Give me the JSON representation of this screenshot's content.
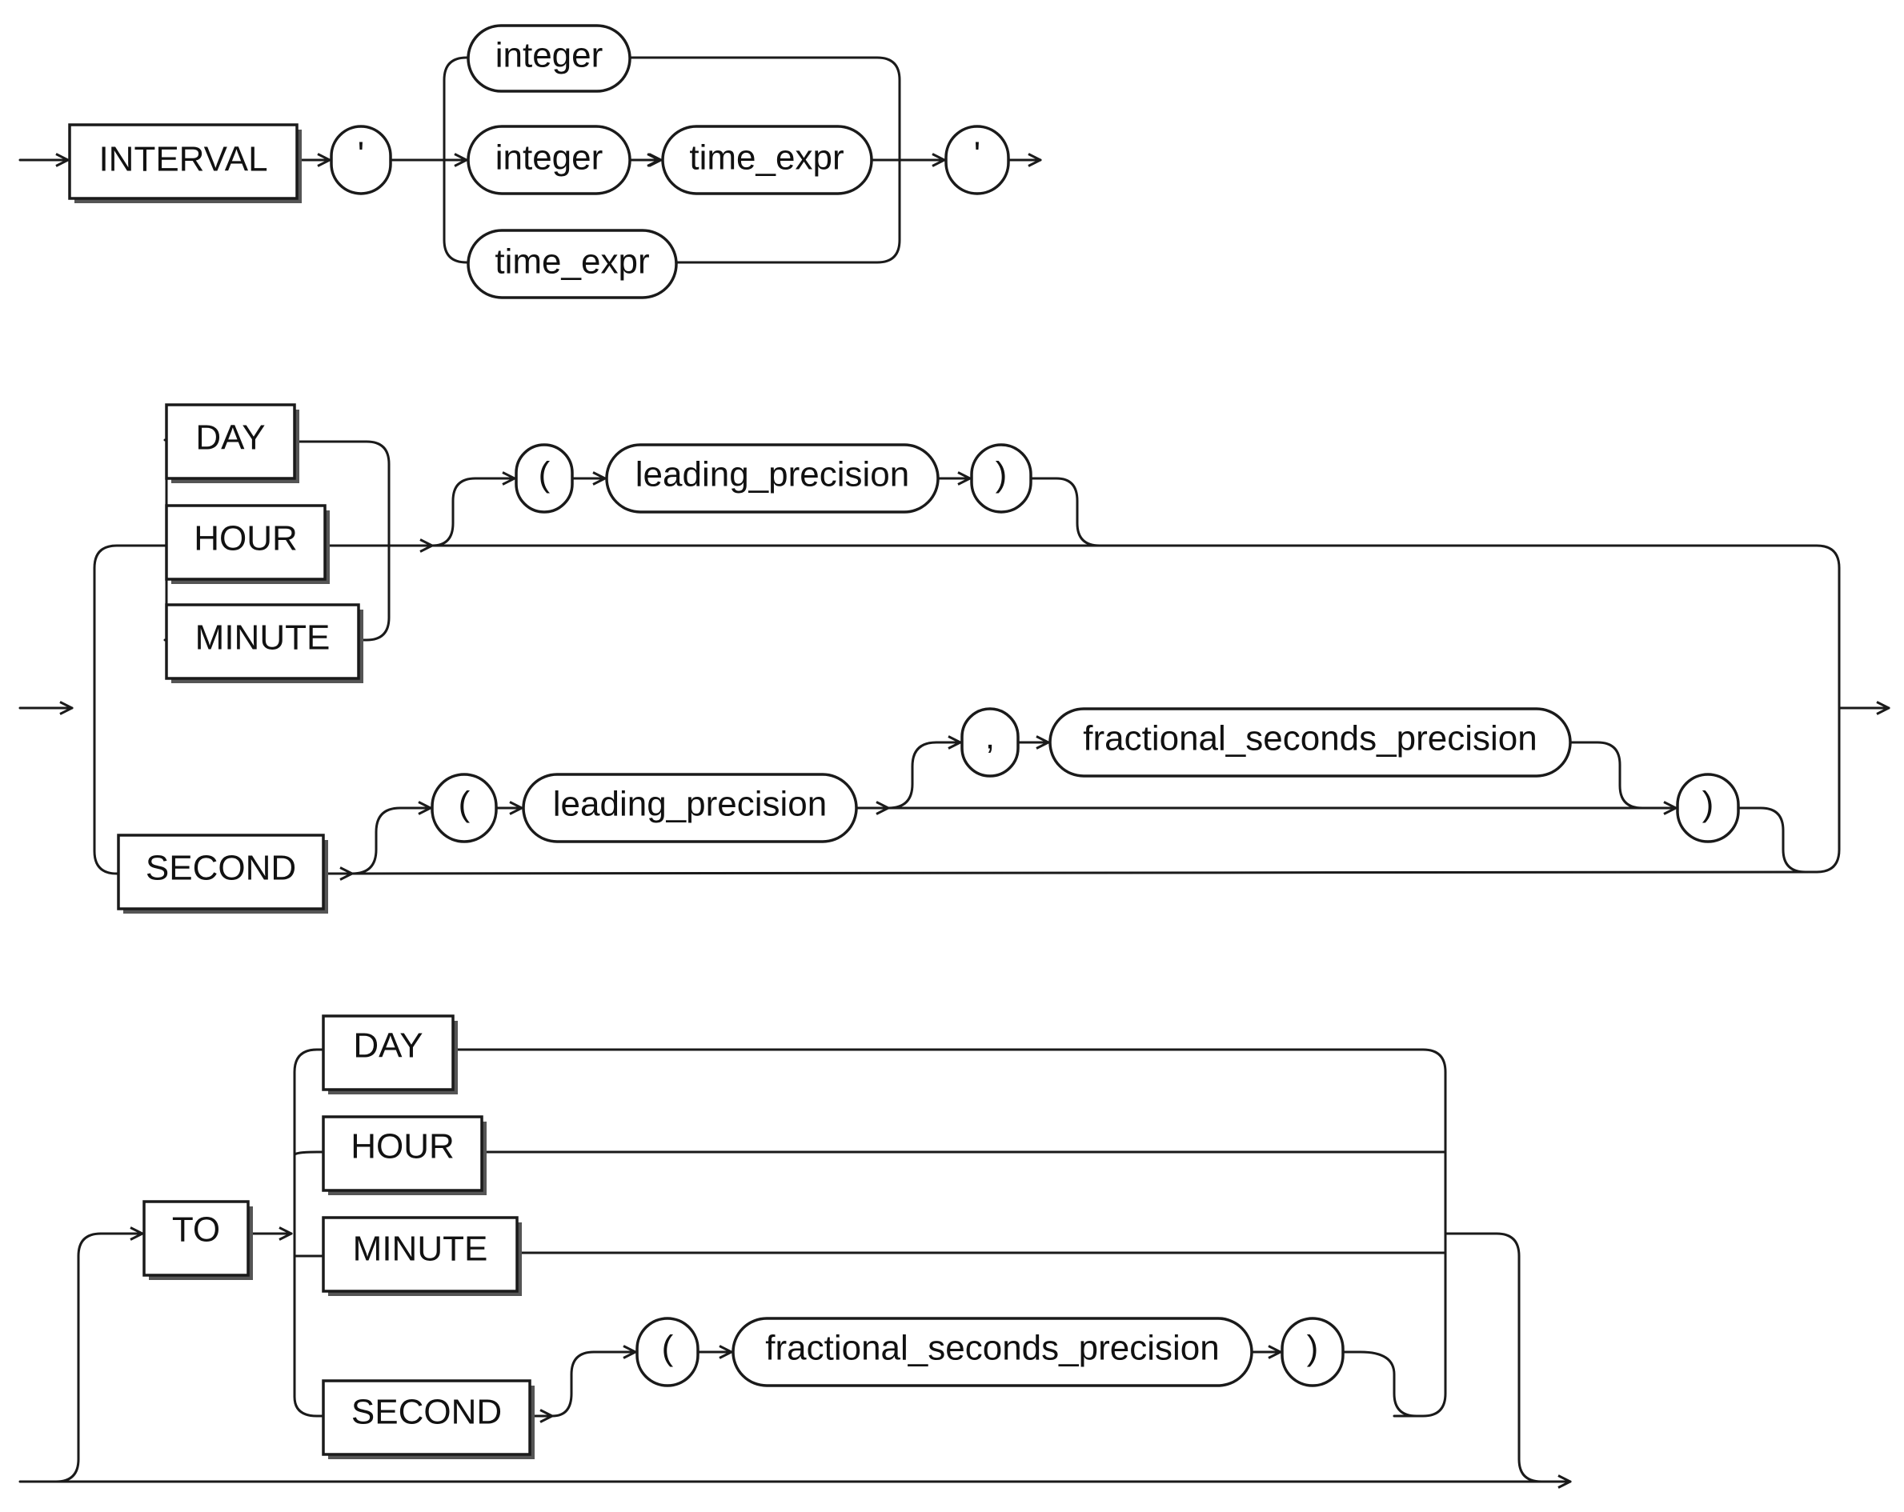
{
  "rows": {
    "row1": {
      "keyword": "INTERVAL",
      "open_quote": "'",
      "alt1": "integer",
      "alt2_a": "integer",
      "alt2_b": "time_expr",
      "alt3": "time_expr",
      "close_quote": "'"
    },
    "row2": {
      "day": "DAY",
      "hour": "HOUR",
      "minute": "MINUTE",
      "open_paren": "(",
      "leading_precision": "leading_precision",
      "close_paren": ")",
      "second": "SECOND",
      "open_paren_2": "(",
      "leading_precision_2": "leading_precision",
      "comma": ",",
      "fractional_seconds_precision": "fractional_seconds_precision",
      "close_paren_2": ")"
    },
    "row3": {
      "to": "TO",
      "day": "DAY",
      "hour": "HOUR",
      "minute": "MINUTE",
      "second": "SECOND",
      "open_paren": "(",
      "fractional_seconds_precision": "fractional_seconds_precision",
      "close_paren": ")"
    }
  }
}
